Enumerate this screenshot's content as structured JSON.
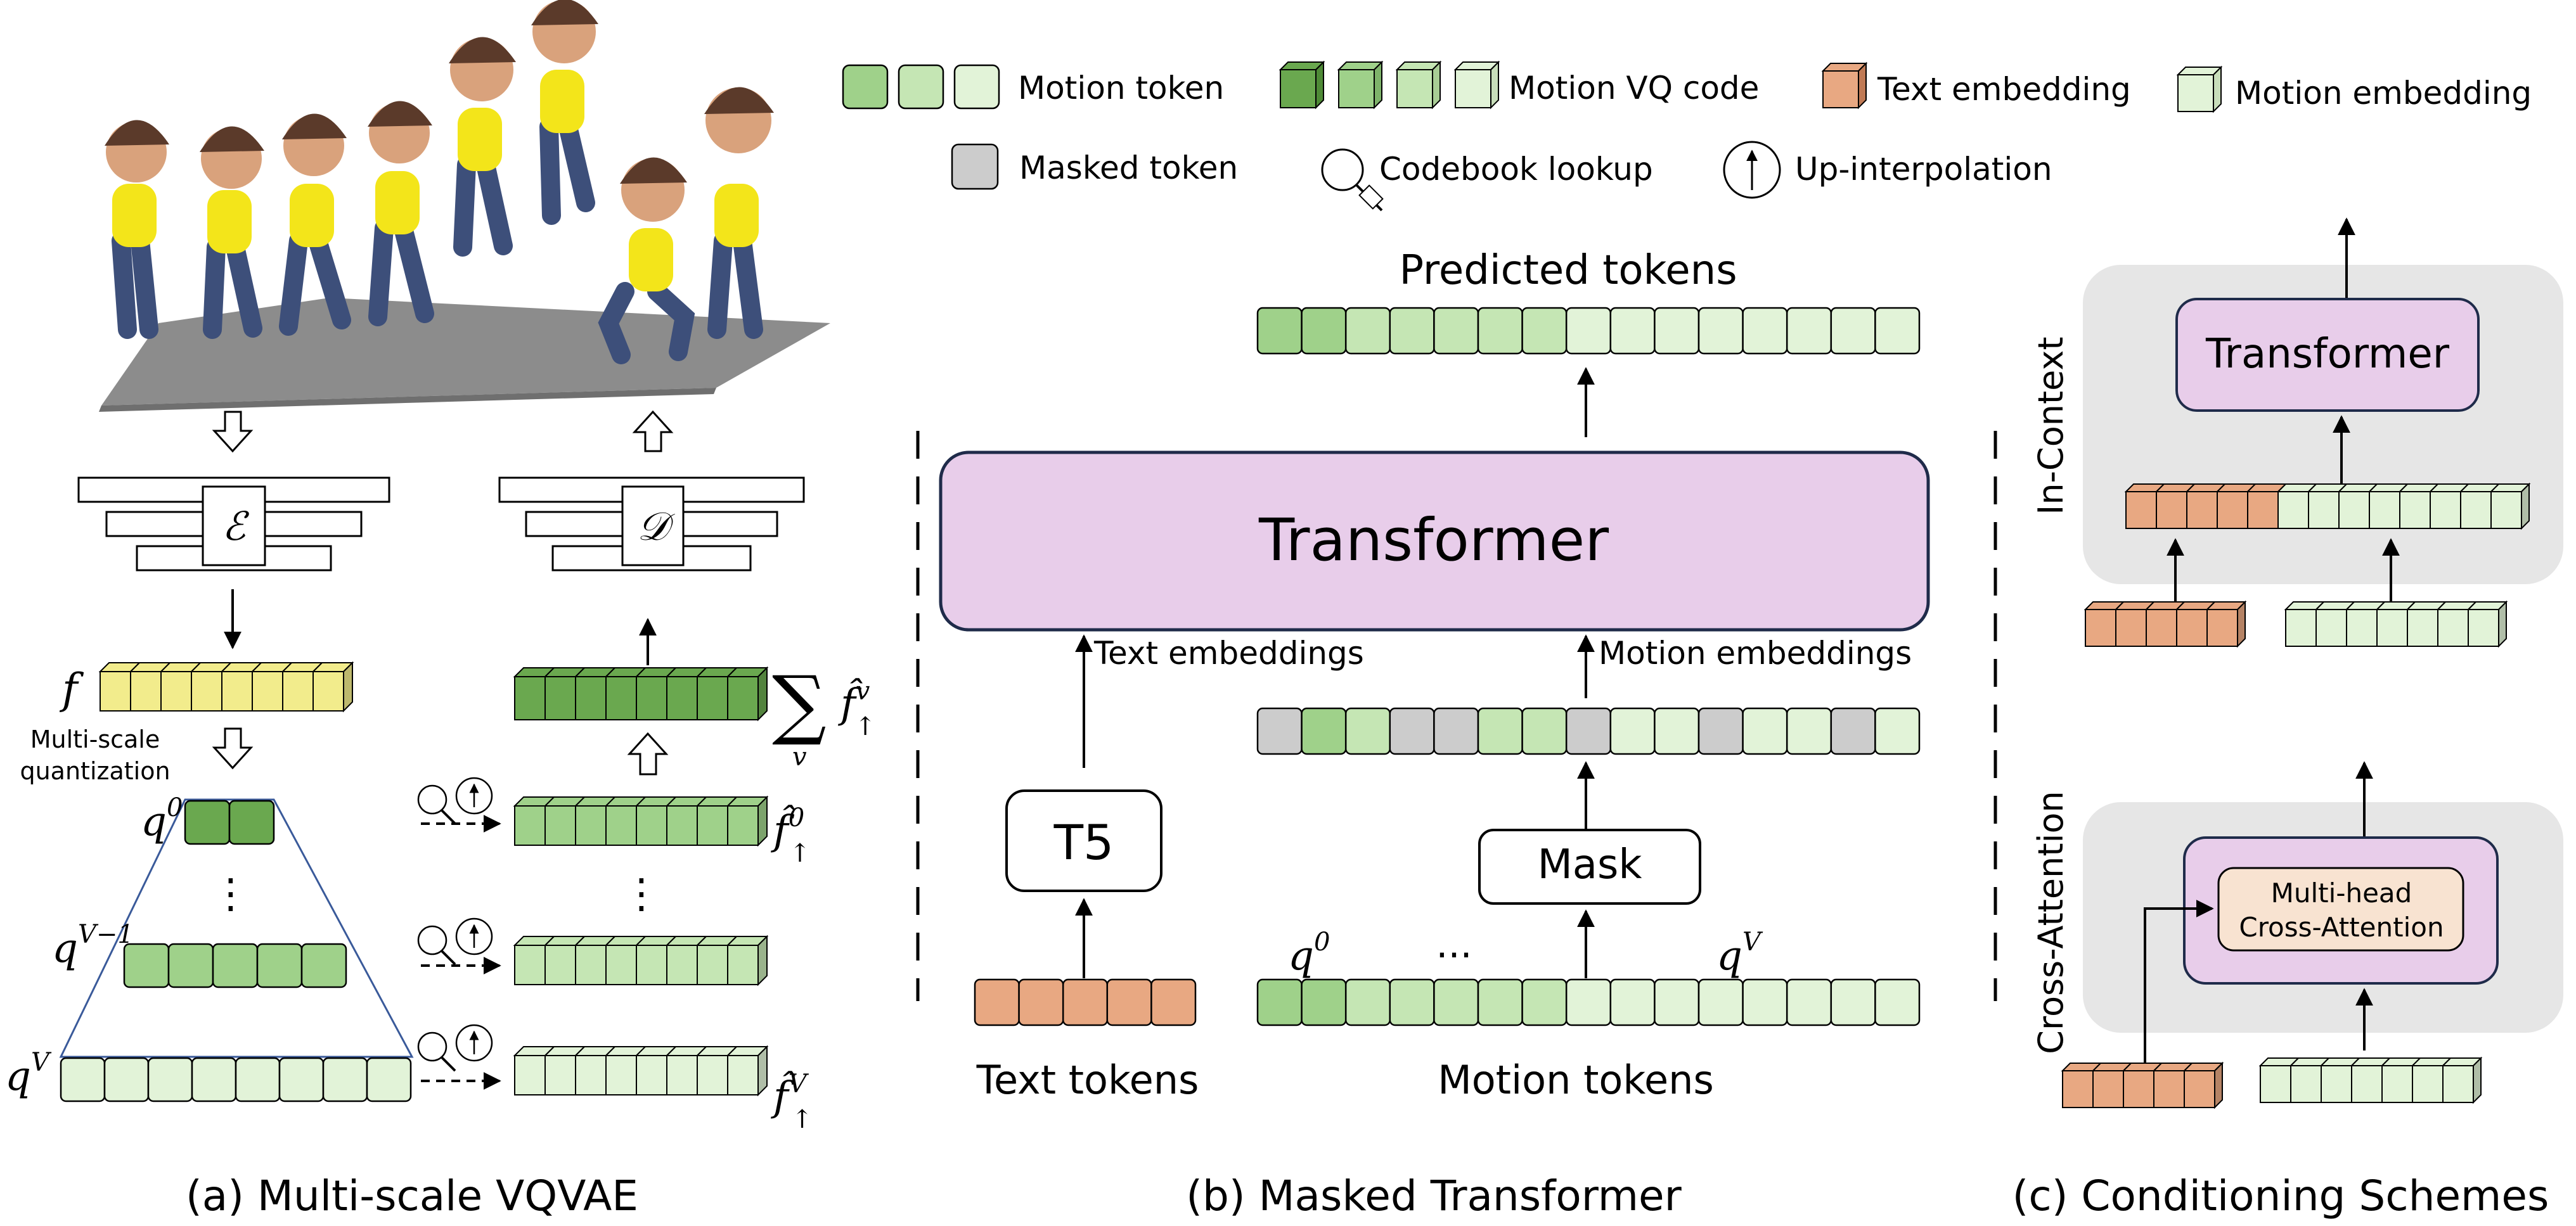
{
  "colors": {
    "purple_fill": "#e8cdea",
    "panel_gray": "#e6e6e6",
    "text_emb": "#e8a882",
    "text_emb_dark": "#c07a55",
    "yellow": "#f2ec8c",
    "green_dark": "#6aa84f",
    "green_mid": "#9fd18a",
    "green_light": "#c5e6b4",
    "green_pale": "#e2f3d8",
    "gray_mask": "#cccccc",
    "attn_fill": "#f8e3d1"
  },
  "legend": {
    "motion_token": "Motion token",
    "motion_vq_code": "Motion VQ code",
    "text_embedding": "Text embedding",
    "motion_embedding": "Motion embedding",
    "masked_token": "Masked token",
    "codebook_lookup": "Codebook lookup",
    "up_interpolation": "Up-interpolation"
  },
  "panel_a": {
    "caption": "(a) Multi-scale VQVAE",
    "encoder_symbol": "ℰ",
    "decoder_symbol": "𝒟",
    "f_label": "f",
    "mq_line1": "Multi-scale",
    "mq_line2": "quantization",
    "q0": "q",
    "q0_sup": "0",
    "qV1": "q",
    "qV1_sup": "V−1",
    "qV": "q",
    "qV_sup": "V",
    "sum_symbol": "∑",
    "sum_sub": "v",
    "fhat": "f̂",
    "sup_v": "v",
    "sup_0": "0",
    "sup_V": "V",
    "arrow_sub": "↑",
    "vdots": "⋮"
  },
  "panel_b": {
    "caption": "(b) Masked Transformer",
    "predicted_tokens": "Predicted tokens",
    "transformer": "Transformer",
    "text_embeddings": "Text embeddings",
    "motion_embeddings": "Motion embeddings",
    "t5": "T5",
    "mask": "Mask",
    "q0": "q",
    "q0_sup": "0",
    "qV": "q",
    "qV_sup": "V",
    "ellipsis": "···",
    "text_tokens": "Text tokens",
    "motion_tokens": "Motion tokens"
  },
  "panel_c": {
    "caption": "(c) Conditioning Schemes",
    "in_context": "In-Context",
    "transformer": "Transformer",
    "cross_attention": "Cross-Attention",
    "mhca_line1": "Multi-head",
    "mhca_line2": "Cross-Attention"
  }
}
